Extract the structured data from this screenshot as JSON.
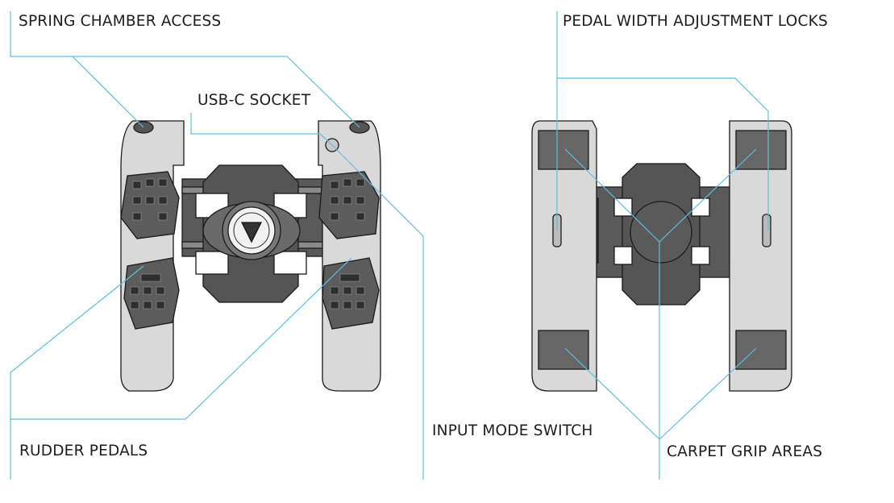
{
  "labels": {
    "spring_chamber_access": "SPRING CHAMBER ACCESS",
    "usb_c_socket": "USB-C SOCKET",
    "pedal_width_adjustment_locks": "PEDAL WIDTH ADJUSTMENT LOCKS",
    "input_mode_switch": "INPUT MODE SWITCH",
    "carpet_grip_areas": "CARPET GRIP AREAS",
    "rudder_pedals": "RUDDER PEDALS"
  },
  "colors": {
    "callout_line": "#5bc0de",
    "device_body": "#d9d9d9",
    "device_dark": "#4a4a4a",
    "outline": "#1a1a1a",
    "grip_pad": "#666666"
  }
}
